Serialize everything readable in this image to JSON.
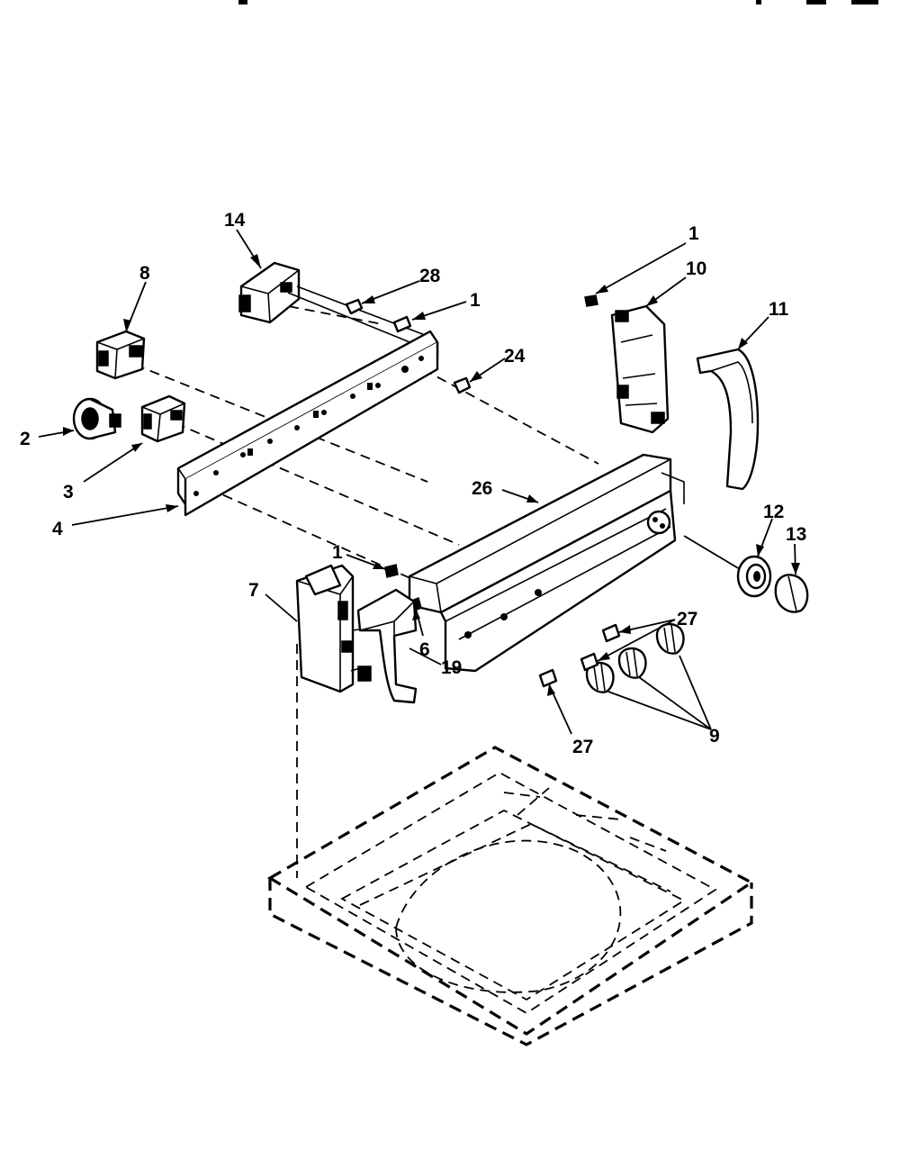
{
  "header_text": "",
  "callouts": [
    {
      "id": "c1a",
      "label": "1"
    },
    {
      "id": "c1b",
      "label": "1"
    },
    {
      "id": "c1c",
      "label": "1"
    },
    {
      "id": "c2",
      "label": "2"
    },
    {
      "id": "c3",
      "label": "3"
    },
    {
      "id": "c4",
      "label": "4"
    },
    {
      "id": "c6",
      "label": "6"
    },
    {
      "id": "c7",
      "label": "7"
    },
    {
      "id": "c8",
      "label": "8"
    },
    {
      "id": "c9",
      "label": "9"
    },
    {
      "id": "c10",
      "label": "10"
    },
    {
      "id": "c11",
      "label": "11"
    },
    {
      "id": "c12",
      "label": "12"
    },
    {
      "id": "c13",
      "label": "13"
    },
    {
      "id": "c14",
      "label": "14"
    },
    {
      "id": "c19",
      "label": "19"
    },
    {
      "id": "c24",
      "label": "24"
    },
    {
      "id": "c26",
      "label": "26"
    },
    {
      "id": "c27a",
      "label": "27"
    },
    {
      "id": "c27b",
      "label": "27"
    },
    {
      "id": "c28",
      "label": "28"
    }
  ],
  "line_color": "#000000",
  "background": "#ffffff"
}
